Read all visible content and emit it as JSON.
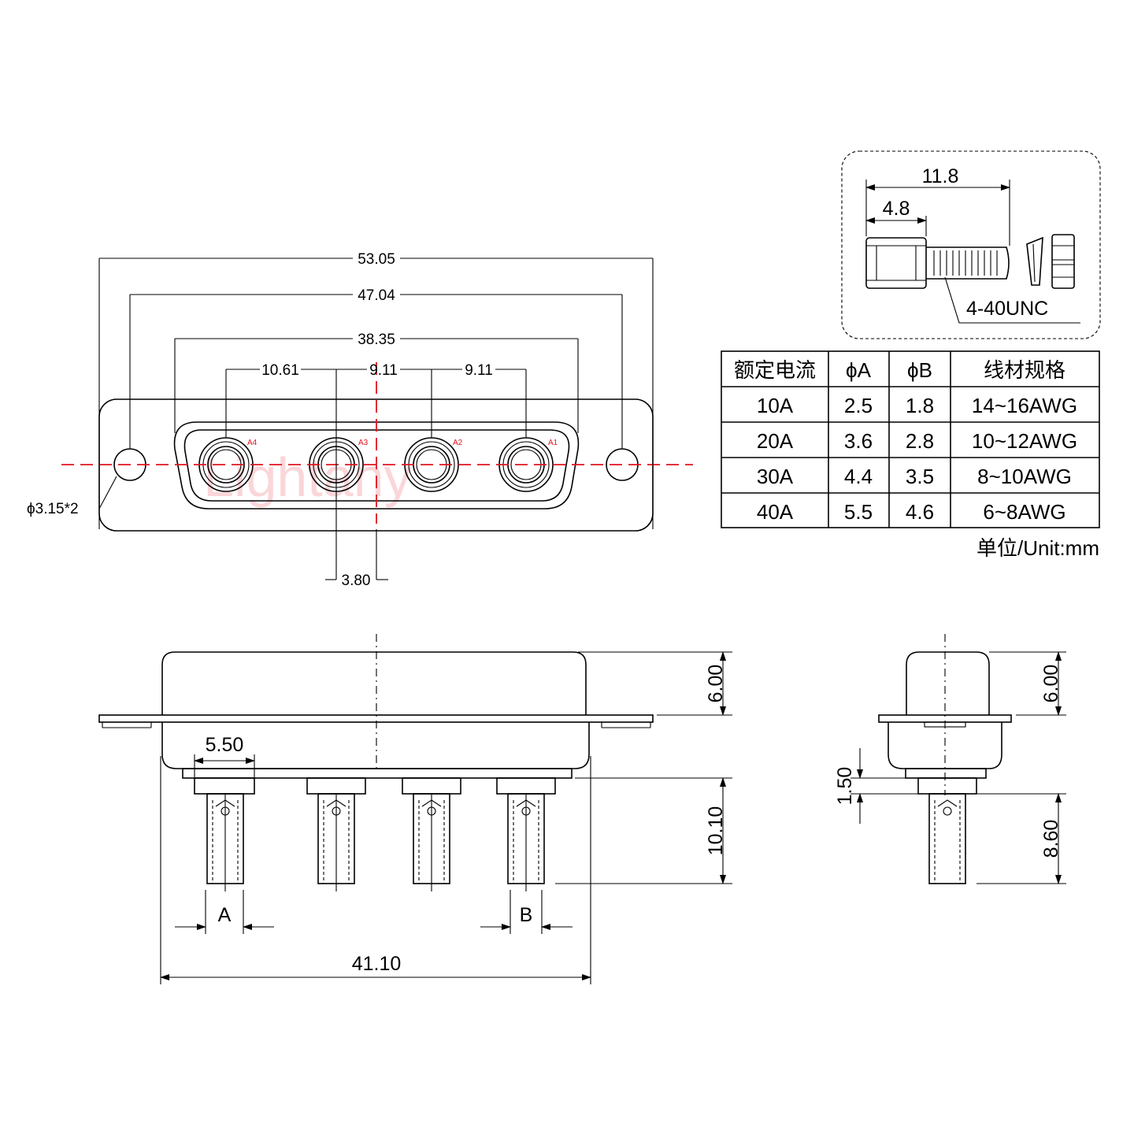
{
  "watermark": "Lightany",
  "front_view": {
    "dims": {
      "overall_width": "53.05",
      "hole_spacing": "47.04",
      "shell_width": "38.35",
      "pitch_1": "10.61",
      "pitch_2": "9.11",
      "pitch_3": "9.11",
      "offset": "3.80",
      "hole_diameter": "ϕ3.15*2"
    },
    "pin_labels": [
      "A4",
      "A3",
      "A2",
      "A1"
    ]
  },
  "side_view": {
    "dims": {
      "shell_height": "6.00",
      "cup_width": "5.50",
      "pin_height": "10.10",
      "body_width": "41.10",
      "label_a": "A",
      "label_b": "B"
    }
  },
  "end_view": {
    "dims": {
      "shell_height": "6.00",
      "standoff": "1.50",
      "pin_length": "8.60"
    }
  },
  "screw_detail": {
    "length_total": "11.8",
    "length_hex": "4.8",
    "thread": "4-40UNC"
  },
  "spec_table": {
    "headers": [
      "额定电流",
      "ϕA",
      "ϕB",
      "线材规格"
    ],
    "rows": [
      [
        "10A",
        "2.5",
        "1.8",
        "14~16AWG"
      ],
      [
        "20A",
        "3.6",
        "2.8",
        "10~12AWG"
      ],
      [
        "30A",
        "4.4",
        "3.5",
        "8~10AWG"
      ],
      [
        "40A",
        "5.5",
        "4.6",
        "6~8AWG"
      ]
    ],
    "unit_note": "单位/Unit:mm"
  }
}
